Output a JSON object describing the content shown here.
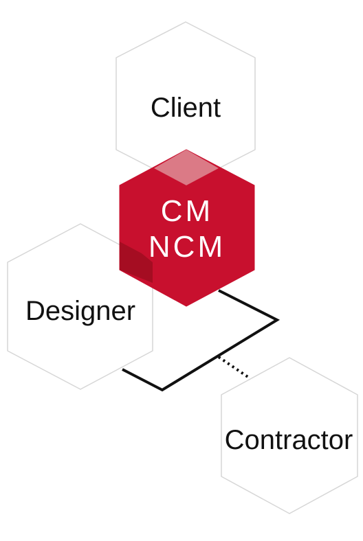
{
  "diagram": {
    "center": {
      "line1": "CM",
      "line2": "NCM"
    },
    "client": {
      "label": "Client"
    },
    "designer": {
      "label": "Designer"
    },
    "contractor": {
      "label": "Contractor"
    }
  },
  "colors": {
    "accent_red": "#C8102E",
    "accent_red_dark": "#A50D22",
    "hex_outline": "#D6D6D6",
    "connector": "#111111",
    "background": "#FFFFFF"
  }
}
